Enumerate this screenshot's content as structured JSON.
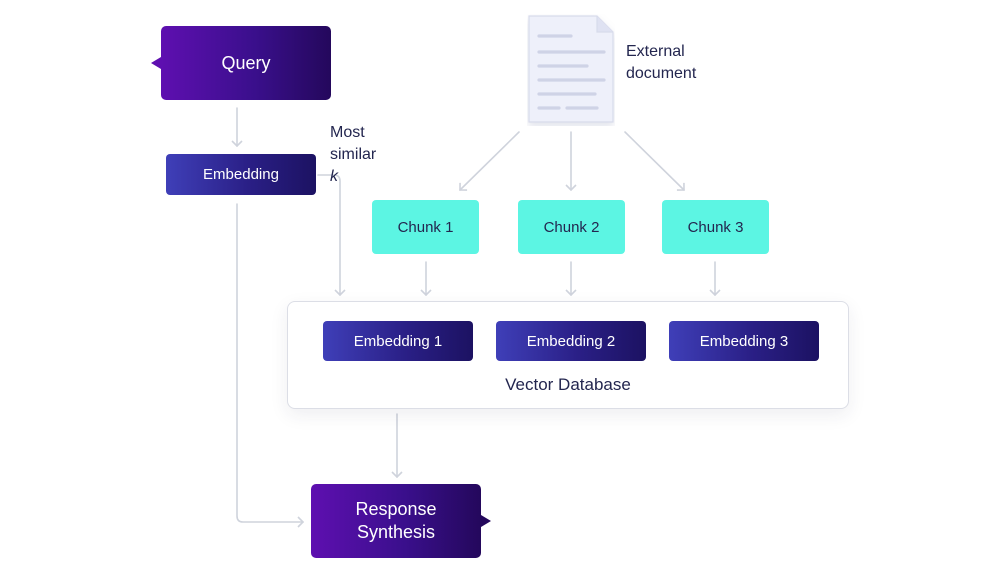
{
  "diagram": {
    "query": "Query",
    "query_embedding": "Embedding",
    "most_similar": "Most similar",
    "most_similar_k": "k",
    "external_document": {
      "line1": "External",
      "line2": "document"
    },
    "chunks": [
      "Chunk 1",
      "Chunk 2",
      "Chunk 3"
    ],
    "embeddings": [
      "Embedding 1",
      "Embedding 2",
      "Embedding 3"
    ],
    "vector_database": "Vector Database",
    "response": {
      "line1": "Response",
      "line2": "Synthesis"
    }
  },
  "colors": {
    "purple": "#5e0fb0",
    "indigo": "#2a1f86",
    "chunk_teal": "#5cf5e3",
    "arrow_gray": "#cfd3dc",
    "text_dark": "#23264f"
  }
}
